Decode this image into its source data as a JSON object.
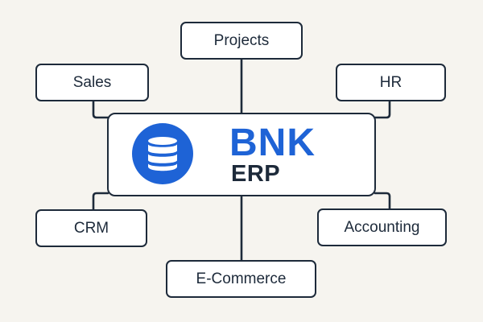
{
  "diagram": {
    "center": {
      "brand": "BNK",
      "subtitle": "ERP",
      "icon": "database-icon"
    },
    "modules": {
      "projects": "Projects",
      "sales": "Sales",
      "hr": "HR",
      "crm": "CRM",
      "accounting": "Accounting",
      "ecommerce": "E-Commerce"
    }
  },
  "colors": {
    "background": "#f6f4ef",
    "line": "#1d2a3a",
    "accent": "#1e63d6",
    "box": "#ffffff"
  }
}
